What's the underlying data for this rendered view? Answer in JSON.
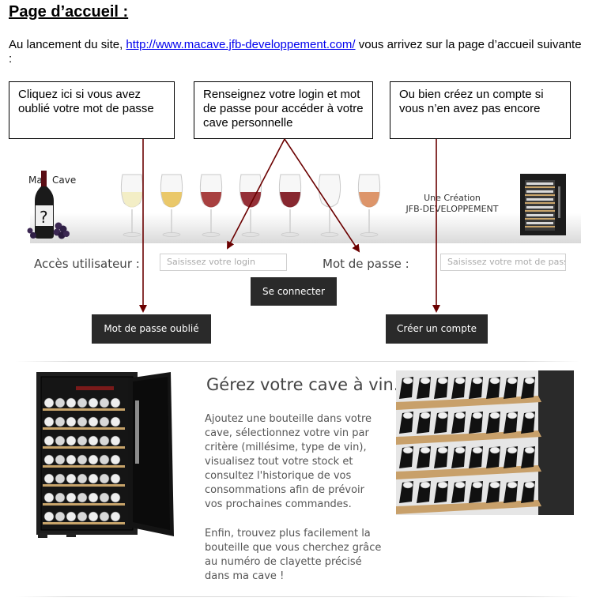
{
  "document": {
    "title": "Page d’accueil :",
    "intro": {
      "before_link": "Au lancement du site, ",
      "link": "http://www.macave.jfb-developpement.com/",
      "after_link": " vous arrivez sur la page d’accueil suivante :"
    }
  },
  "callouts": {
    "forgot": "Cliquez ici si vous avez oublié votre mot de passe",
    "login": "Renseignez votre login et mot de passe pour accéder à votre cave personnelle",
    "create": "Ou bien créez un compte si vous n’en avez pas encore"
  },
  "site": {
    "logo_left": "Ma",
    "logo_right": "Cave",
    "credit_line1": "Une Création",
    "credit_line2": "JFB-DEVELOPPEMENT",
    "wine_colors": [
      "#f2ecc0",
      "#e8c25a",
      "#9e2b2b",
      "#8a1a22",
      "#7a1018",
      "#ffffff",
      "#d98a5a",
      "#ece6b6"
    ],
    "form": {
      "user_label": "Accès utilisateur :",
      "login_placeholder": "Saisissez votre login",
      "password_label": "Mot de passe :",
      "password_placeholder": "Saisissez votre mot de passe",
      "connect_button": "Se connecter",
      "forgot_button": "Mot de passe oublié",
      "create_button": "Créer un compte"
    },
    "section": {
      "title": "Gérez votre cave à vin.",
      "paragraph1": "Ajoutez une bouteille dans votre cave, sélectionnez votre vin par critère (millésime, type de vin), visualisez tout votre stock et consultez l'historique de vos consommations afin de prévoir vos prochaines commandes.",
      "paragraph2": "Enfin, trouvez plus facilement la bouteille que vous cherchez grâce au numéro de clayette précisé dans ma cave !"
    }
  },
  "colors": {
    "arrow": "#6b0000",
    "button": "#2a2a2a",
    "link": "#0000ee"
  }
}
